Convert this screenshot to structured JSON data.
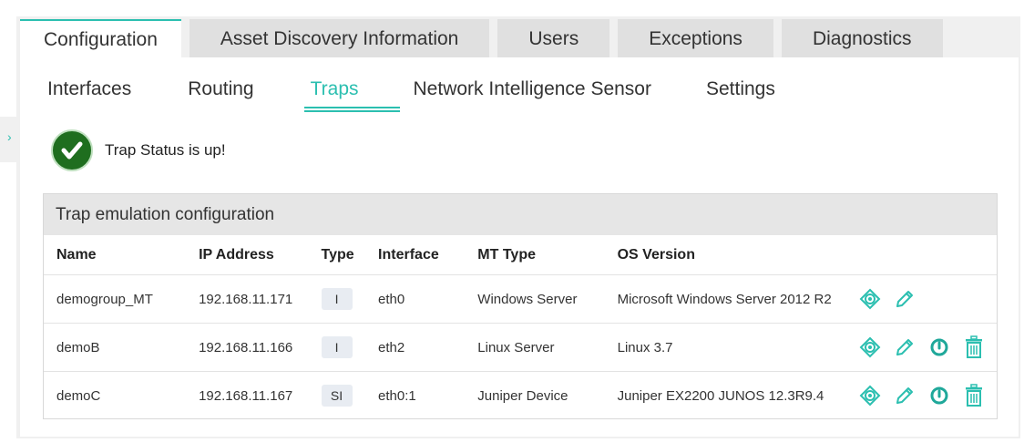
{
  "main_tabs": [
    {
      "label": "Configuration",
      "active": true
    },
    {
      "label": "Asset Discovery Information",
      "active": false
    },
    {
      "label": "Users",
      "active": false
    },
    {
      "label": "Exceptions",
      "active": false
    },
    {
      "label": "Diagnostics",
      "active": false
    }
  ],
  "sub_tabs": [
    {
      "label": "Interfaces",
      "active": false
    },
    {
      "label": "Routing",
      "active": false
    },
    {
      "label": "Traps",
      "active": true
    },
    {
      "label": "Network Intelligence Sensor",
      "active": false
    },
    {
      "label": "Settings",
      "active": false
    }
  ],
  "sidebar_handle": {
    "icon": "chevron-right-icon"
  },
  "status": {
    "icon": "check-circle-icon",
    "text": "Trap Status is up!"
  },
  "table": {
    "title": "Trap emulation configuration",
    "headers": [
      "Name",
      "IP Address",
      "Type",
      "Interface",
      "MT Type",
      "OS Version"
    ],
    "rows": [
      {
        "name": "demogroup_MT",
        "ip": "192.168.11.171",
        "type": "I",
        "interface": "eth0",
        "mt_type": "Windows Server",
        "os_version": "Microsoft Windows Server 2012 R2",
        "actions": [
          "target-icon",
          "pencil-icon"
        ]
      },
      {
        "name": "demoB",
        "ip": "192.168.11.166",
        "type": "I",
        "interface": "eth2",
        "mt_type": "Linux Server",
        "os_version": "Linux 3.7",
        "actions": [
          "target-icon",
          "pencil-icon",
          "power-icon",
          "trash-icon"
        ]
      },
      {
        "name": "demoC",
        "ip": "192.168.11.167",
        "type": "SI",
        "interface": "eth0:1",
        "mt_type": "Juniper Device",
        "os_version": "Juniper EX2200 JUNOS 12.3R9.4",
        "actions": [
          "target-icon",
          "pencil-icon",
          "power-icon",
          "trash-icon"
        ]
      }
    ]
  },
  "colors": {
    "accent": "#2bbfb0",
    "status_green": "#1f6e1f",
    "header_bg": "#e6e6e6"
  }
}
